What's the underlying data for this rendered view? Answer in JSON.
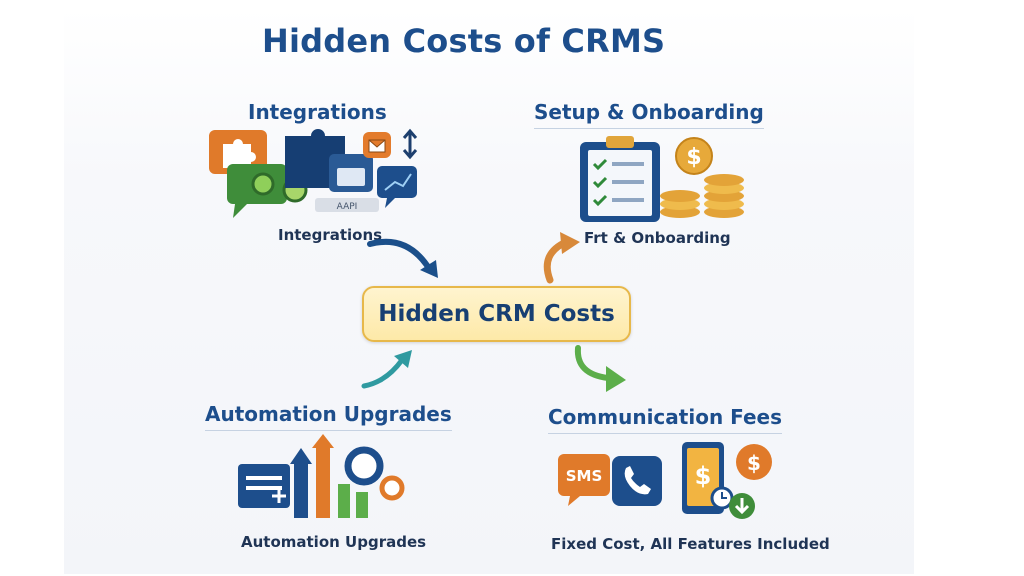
{
  "title": "Hidden Costs of CRMS",
  "center": "Hidden CRM Costs",
  "nodes": {
    "integrations": {
      "heading": "Integrations",
      "caption": "Integrations",
      "api_label": "AAPI"
    },
    "setup": {
      "heading": "Setup & Onboarding",
      "caption": "Frt & Onboarding"
    },
    "automation": {
      "heading": "Automation Upgrades",
      "caption": "Automation Upgrades"
    },
    "communication": {
      "heading": "Communication Fees",
      "caption": "Fixed Cost, All Features Included",
      "sms_label": "SMS"
    }
  },
  "colors": {
    "heading": "#1d4e8c",
    "center_fill": "#fdf0c0",
    "center_border": "#e7b84a",
    "arrow_blue": "#1b4f8a",
    "arrow_orange": "#d8893a",
    "arrow_teal": "#2f9aa0",
    "arrow_green": "#5cae4a"
  }
}
